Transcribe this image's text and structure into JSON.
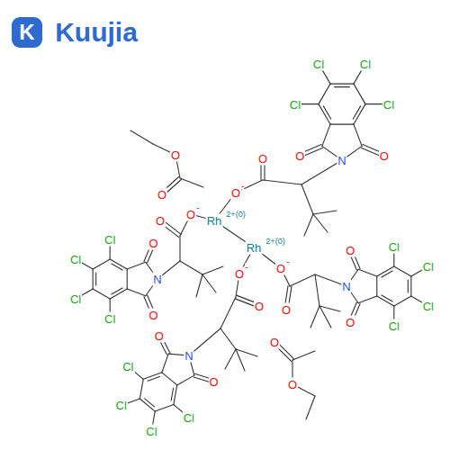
{
  "diagram": {
    "labels": [
      "K",
      "Kuujia",
      "Cl",
      "Cl",
      "Cl",
      "Cl",
      "O",
      "O",
      "N",
      "Cl",
      "Cl",
      "Cl",
      "Cl",
      "O",
      "O",
      "N",
      "Cl",
      "Cl",
      "Cl",
      "Cl",
      "O",
      "O",
      "N",
      "Cl",
      "Cl",
      "Cl",
      "Cl",
      "O",
      "O",
      "N",
      "O",
      "-",
      "O",
      "O",
      "-",
      "O",
      "O",
      "-",
      "O",
      "O",
      "-",
      "O",
      "Rh",
      "2+(0)",
      "Rh",
      "2+(0)",
      "O",
      "O",
      "O",
      "O"
    ]
  }
}
